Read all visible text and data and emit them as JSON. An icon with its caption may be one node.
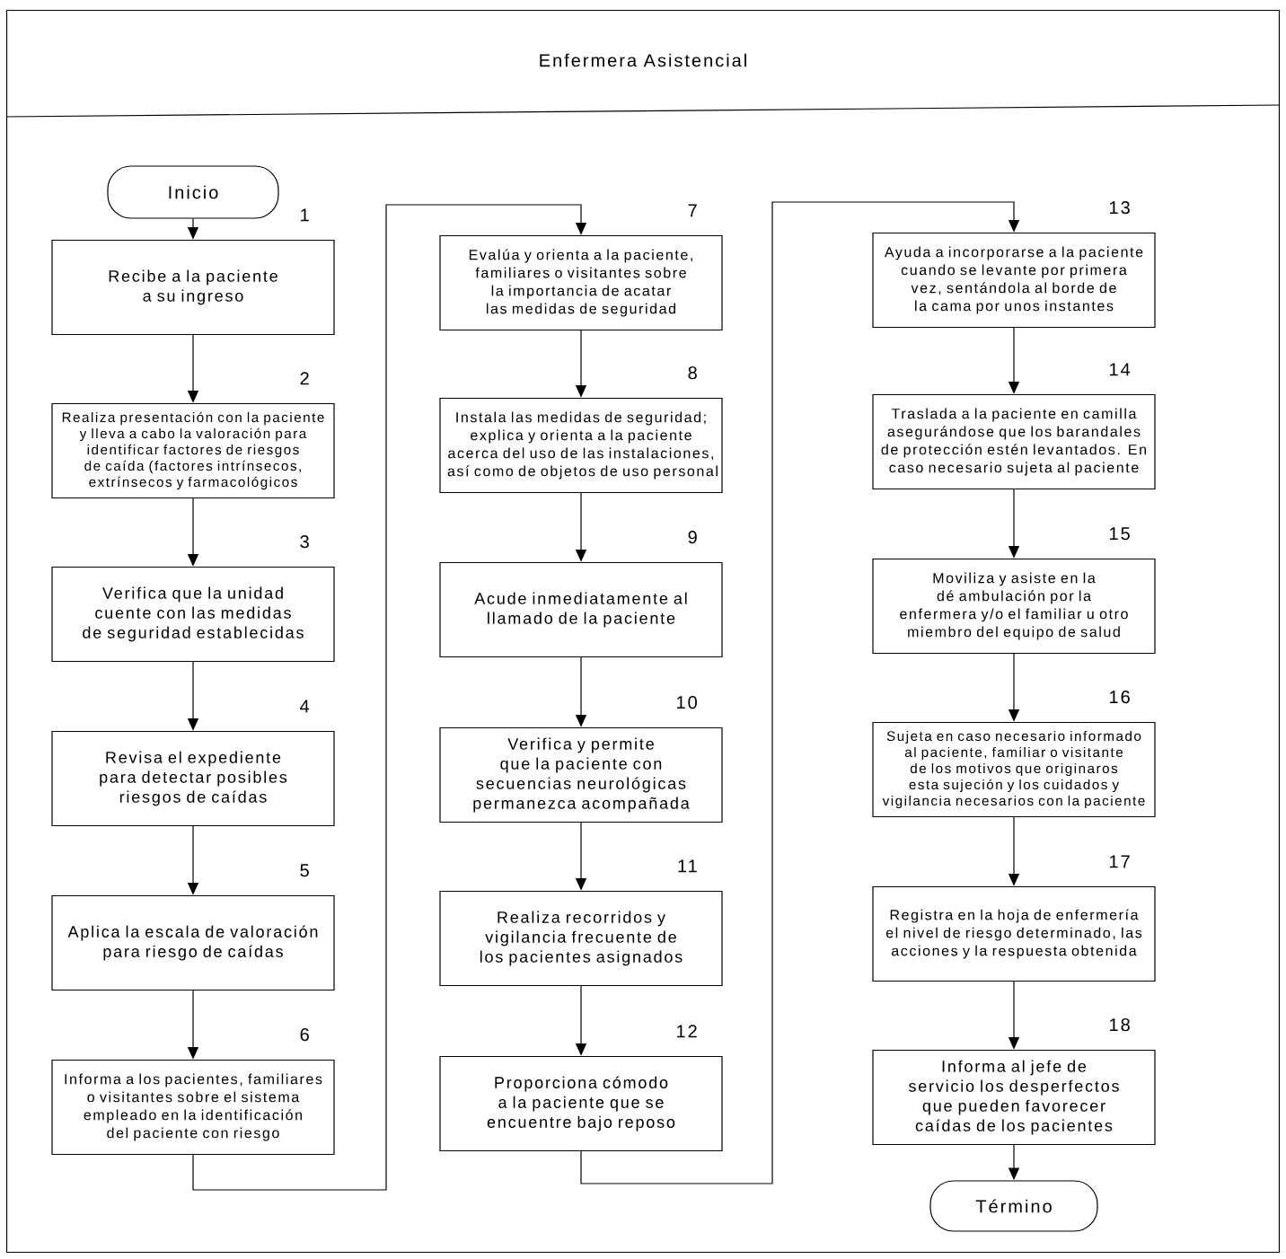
{
  "diagram": {
    "nodes": [
      {
        "text": [
          "Enfermera Asistencial"
        ]
      },
      {
        "text": [
          "Inicio"
        ],
        "in": 0
      },
      {
        "text": [
          "Recibe a la paciente a su ingreso"
        ],
        "beside": [
          "1"
        ],
        "in": 0
      },
      {
        "text": [
          "Realiza presentación con la paciente y lleva a cabo la valoración para identificar factores de riesgos de caída (factores intrínsecos, extrínsecos y farmacológicos"
        ],
        "beside": [
          "2"
        ],
        "in": 0
      },
      {
        "text": [
          "Verifica que la unidad cuente con las medidas de seguridad establecidas"
        ],
        "beside": [
          "3"
        ],
        "in": 0
      },
      {
        "text": [
          "Revisa el expediente para detectar posibles riesgos de caídas"
        ],
        "beside": [
          "4"
        ],
        "in": 0
      },
      {
        "text": [
          "Aplica la escala de valoración para riesgo de caídas"
        ],
        "beside": [
          "5"
        ],
        "in": 0
      },
      {
        "text": [
          "Informa a los pacientes, familiares o visitantes sobre el sistema empleado en la identificación del paciente con riesgo"
        ],
        "beside": [
          "6"
        ],
        "in": 0
      },
      {
        "text": [
          "Evalúa y orienta a la paciente, familiares o visitantes sobre la importancia de acatar las medidas de seguridad"
        ],
        "beside": [
          "7"
        ],
        "in": 0
      },
      {
        "text": [
          "Instala las medidas de seguridad; explica y orienta a la paciente acerca del uso de las instalaciones, así como de objetos de uso personal"
        ],
        "beside": [
          "8"
        ],
        "in": 0
      },
      {
        "text": [
          "Acude inmediatamente al llamado de la paciente"
        ],
        "beside": [
          "9"
        ],
        "in": 0
      },
      {
        "text": [
          "Verifica y permite que la paciente con secuencias neurológicas permanezca acompañada"
        ],
        "beside": [
          "10"
        ],
        "in": 0
      },
      {
        "text": [
          "Realiza recorridos y vigilancia frecuente de los pacientes asignados"
        ],
        "beside": [
          "11"
        ],
        "in": 0
      },
      {
        "text": [
          "Proporciona cómodo a la paciente que se encuentre bajo reposo"
        ],
        "beside": [
          "12"
        ],
        "in": 0
      },
      {
        "text": [
          "Ayuda a incorporarse a la paciente cuando se levante por primera vez, sentándola al borde de la cama por unos instantes"
        ],
        "beside": [
          "13"
        ],
        "in": 0
      },
      {
        "text": [
          "Traslada a la paciente en camilla asegurándose que los barandales de protección estén levantados. En caso necesario sujeta al paciente"
        ],
        "beside": [
          "14"
        ],
        "in": 0
      },
      {
        "text": [
          "Moviliza y asiste en la dé ambulación por la enfermera y/o el familiar u otro miembro del equipo de salud"
        ],
        "beside": [
          "15"
        ],
        "in": 0
      },
      {
        "text": [
          "Sujeta en caso necesario informado al paciente, familiar o visitante de los motivos que originaros esta sujeción y los cuidados y vigilancia necesarios con la paciente"
        ],
        "beside": [
          "16"
        ],
        "in": 0
      },
      {
        "text": [
          "Registra en la hoja de enfermería el nivel de riesgo determinado, las acciones y la respuesta obtenida"
        ],
        "beside": [
          "17"
        ],
        "in": 0
      },
      {
        "text": [
          "Informa al jefe de servicio los desperfectos que pueden favorecer caídas de los pacientes"
        ],
        "beside": [
          "18"
        ],
        "in": 0
      },
      {
        "text": [
          "Término"
        ],
        "in": 0
      }
    ],
    "edges": [
      {
        "from": 1,
        "to": 2,
        "arrow": "to"
      },
      {
        "from": 2,
        "to": 3,
        "arrow": "to"
      },
      {
        "from": 3,
        "to": 4,
        "arrow": "to"
      },
      {
        "from": 4,
        "to": 5,
        "arrow": "to"
      },
      {
        "from": 5,
        "to": 6,
        "arrow": "to"
      },
      {
        "from": 6,
        "to": 7,
        "arrow": "to"
      },
      {
        "from": 7,
        "to": 8,
        "arrow": "to"
      },
      {
        "from": 8,
        "to": 9,
        "arrow": "to"
      },
      {
        "from": 9,
        "to": 10,
        "arrow": "to"
      },
      {
        "from": 10,
        "to": 11,
        "arrow": "to"
      },
      {
        "from": 11,
        "to": 12,
        "arrow": "to"
      },
      {
        "from": 12,
        "to": 13,
        "arrow": "to"
      },
      {
        "from": 13,
        "to": 14,
        "arrow": "to"
      },
      {
        "from": 14,
        "to": 15,
        "arrow": "to"
      },
      {
        "from": 15,
        "to": 16,
        "arrow": "to"
      },
      {
        "from": 16,
        "to": 17,
        "arrow": "to"
      },
      {
        "from": 17,
        "to": 18,
        "arrow": "to"
      },
      {
        "from": 18,
        "to": 19,
        "arrow": "to"
      },
      {
        "from": 19,
        "to": 20,
        "arrow": "to"
      }
    ]
  }
}
